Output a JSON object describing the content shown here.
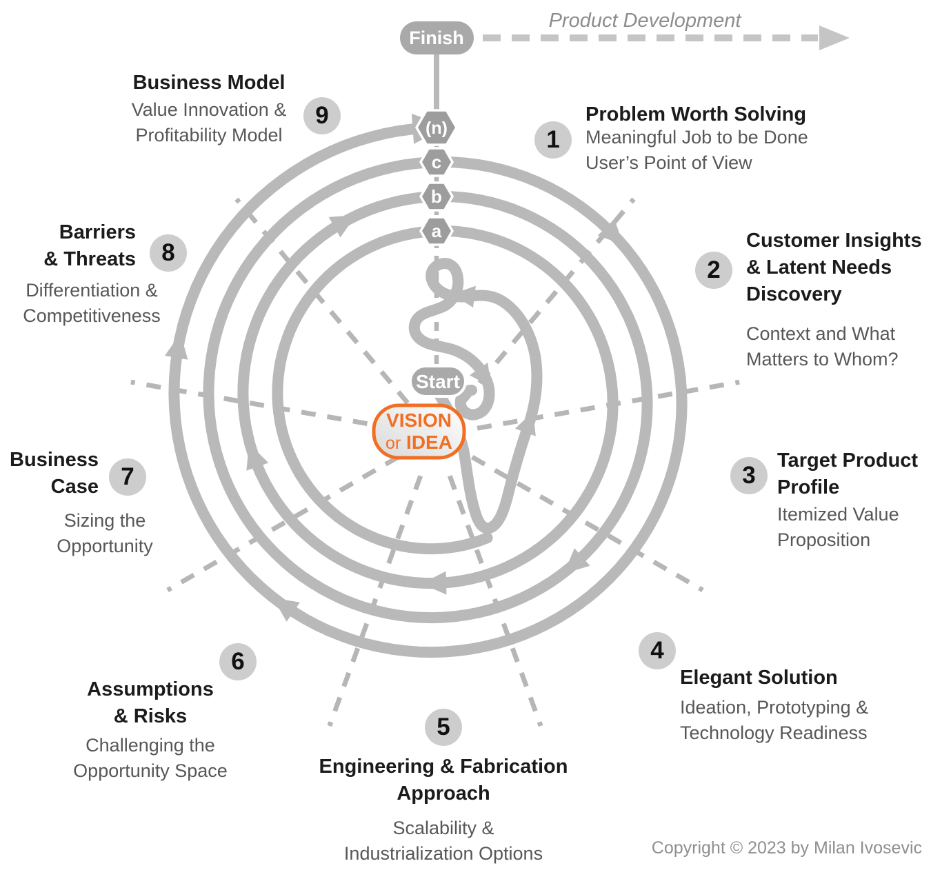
{
  "labels": {
    "finish": "Finish",
    "start": "Start",
    "product_development": "Product Development",
    "copyright": "Copyright © 2023 by Milan Ivosevic"
  },
  "vision": {
    "line1": "VISION",
    "line2_pre": "or",
    "line2_main": "IDEA"
  },
  "axis_markers": [
    "a",
    "b",
    "c",
    "(n)"
  ],
  "stages": [
    {
      "number": "1",
      "title_lines": [
        "Problem Worth Solving"
      ],
      "subtitle_lines": [
        "Meaningful Job to be Done",
        "User’s Point of View"
      ]
    },
    {
      "number": "2",
      "title_lines": [
        "Customer Insights",
        "& Latent Needs",
        "Discovery"
      ],
      "subtitle_lines": [
        "Context and What",
        "Matters to Whom?"
      ]
    },
    {
      "number": "3",
      "title_lines": [
        "Target Product",
        "Profile"
      ],
      "subtitle_lines": [
        "Itemized Value",
        "Proposition"
      ]
    },
    {
      "number": "4",
      "title_lines": [
        "Elegant Solution"
      ],
      "subtitle_lines": [
        "Ideation, Prototyping &",
        "Technology Readiness"
      ]
    },
    {
      "number": "5",
      "title_lines": [
        "Engineering & Fabrication",
        "Approach"
      ],
      "subtitle_lines": [
        "Scalability &",
        "Industrialization Options"
      ]
    },
    {
      "number": "6",
      "title_lines": [
        "Assumptions",
        "& Risks"
      ],
      "subtitle_lines": [
        "Challenging the",
        "Opportunity Space"
      ]
    },
    {
      "number": "7",
      "title_lines": [
        "Business",
        "Case"
      ],
      "subtitle_lines": [
        "Sizing the",
        "Opportunity"
      ]
    },
    {
      "number": "8",
      "title_lines": [
        "Barriers",
        "& Threats"
      ],
      "subtitle_lines": [
        "Differentiation &",
        "Competitiveness"
      ]
    },
    {
      "number": "9",
      "title_lines": [
        "Business Model"
      ],
      "subtitle_lines": [
        "Value Innovation &",
        "Profitability Model"
      ]
    }
  ],
  "colors": {
    "ring": "#b9b9b9",
    "dash": "#b6b6b6",
    "hex_fill": "#9d9d9d",
    "pill_fill": "#a9a9a9",
    "pd_arrow": "#c5c5c5",
    "pd_label": "#8d8d8d",
    "badge_bg": "#cdcdcd",
    "badge_text": "#111111",
    "title_text": "#1b1b1b",
    "subtitle_text": "#575757",
    "orange": "#f16e22",
    "copyright": "#8f8f8f"
  }
}
